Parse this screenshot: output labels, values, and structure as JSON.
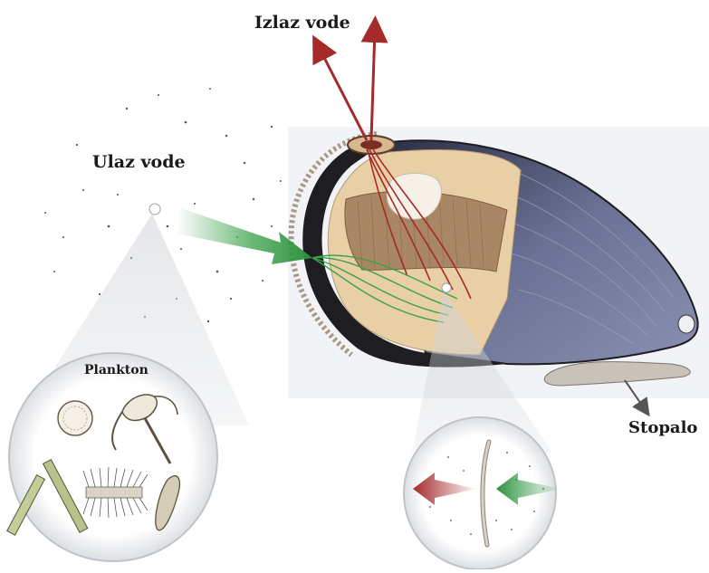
{
  "labels": {
    "water_outlet": "Izlaz vode",
    "water_inlet": "Ulaz vode",
    "plankton": "Plankton",
    "foot": "Stopalo"
  },
  "colors": {
    "outflow_arrow": "#a52a2a",
    "inflow_arrow": "#3aa24a",
    "shell_outer": "#5a6184",
    "shell_edge": "#1e1e22",
    "mantle": "#e9cfa6",
    "gills": "#a98764",
    "foot": "#c9c2b8",
    "background_panel": "#f1f3f6"
  },
  "icons": {
    "inflow": "green-arrow-icon",
    "outflow": "red-arrow-icon",
    "foot_pointer": "gray-arrow-icon"
  }
}
